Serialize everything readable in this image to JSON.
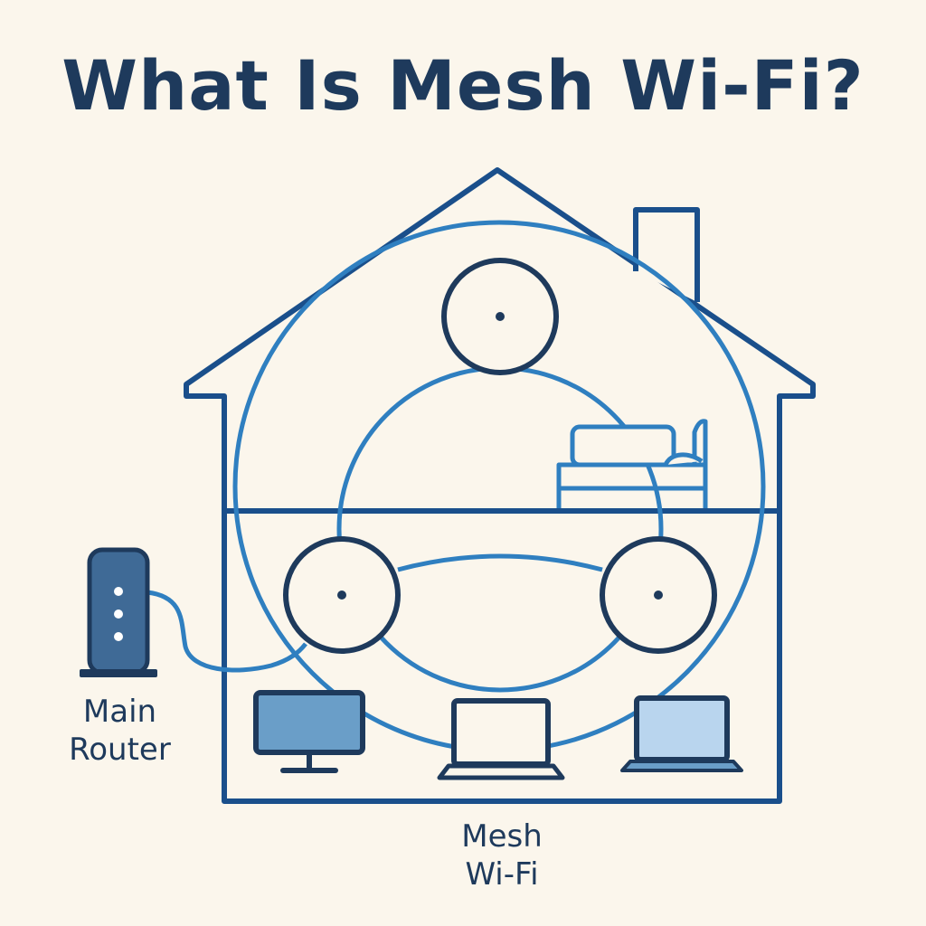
{
  "title": "What Is Mesh Wi-Fi?",
  "labels": {
    "router_line1": "Main",
    "router_line2": "Router",
    "mesh_line1": "Mesh",
    "mesh_line2": "Wi-Fi"
  },
  "colors": {
    "background": "#fbf6ec",
    "outline": "#1e3a5c",
    "house": "#1a4f8b",
    "signal": "#2f7fc0",
    "monitor_fill": "#6a9ec8",
    "laptop_fill": "#b9d5ee",
    "router_fill": "#3f6a96"
  },
  "icons": [
    "house-icon",
    "chimney-icon",
    "mesh-node-icon",
    "router-icon",
    "bed-icon",
    "monitor-icon",
    "laptop-icon"
  ]
}
